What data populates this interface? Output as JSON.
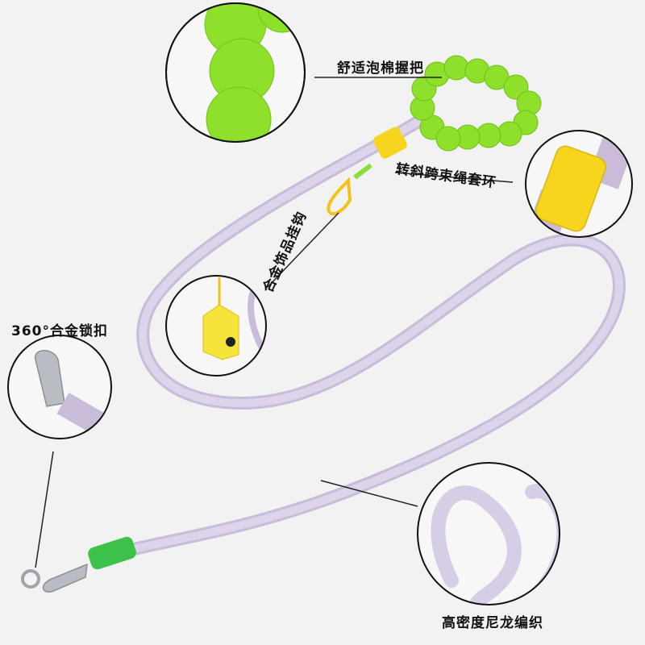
{
  "labels": {
    "grip": "舒适泡棉握把",
    "ring": "转斜跨束绳套环",
    "hook": "合金饰品挂钩",
    "lock": "360°合金锁扣",
    "nylon": "高密度尼龙编织"
  },
  "colors": {
    "background": "#f2f2f2",
    "rope": "#d8cde6",
    "foam": "#8ee02a",
    "sleeve_yellow": "#f7d51e",
    "sleeve_green": "#3cc24a",
    "metal": "#b9bcc2"
  }
}
